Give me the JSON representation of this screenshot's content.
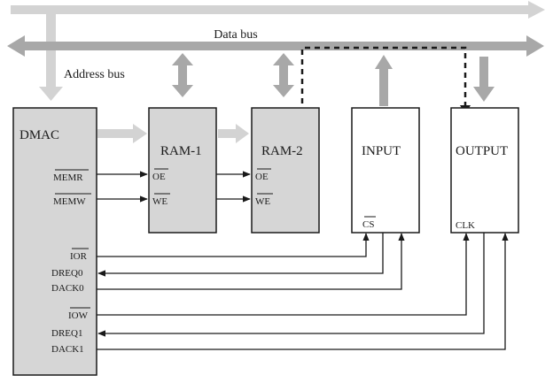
{
  "buses": {
    "data_bus_label": "Data bus",
    "address_bus_label": "Address bus"
  },
  "blocks": {
    "dmac": {
      "title": "DMAC",
      "pins": {
        "memr": "MEMR",
        "memw": "MEMW",
        "ior": "IOR",
        "dreq0": "DREQ0",
        "dack0": "DACK0",
        "iow": "IOW",
        "dreq1": "DREQ1",
        "dack1": "DACK1"
      }
    },
    "ram1": {
      "title": "RAM-1",
      "pins": {
        "oe": "OE",
        "we": "WE"
      }
    },
    "ram2": {
      "title": "RAM-2",
      "pins": {
        "oe": "OE",
        "we": "WE"
      }
    },
    "input": {
      "title": "INPUT",
      "pins": {
        "cs": "CS"
      }
    },
    "output": {
      "title": "OUTPUT",
      "pins": {
        "clk": "CLK"
      }
    }
  },
  "colors": {
    "bus_arrow": "#c8c8c8",
    "bus_arrow_dark": "#a0a0a0",
    "block_fill": "#d6d6d6",
    "outline": "#1a1a1a",
    "background": "#ffffff"
  }
}
